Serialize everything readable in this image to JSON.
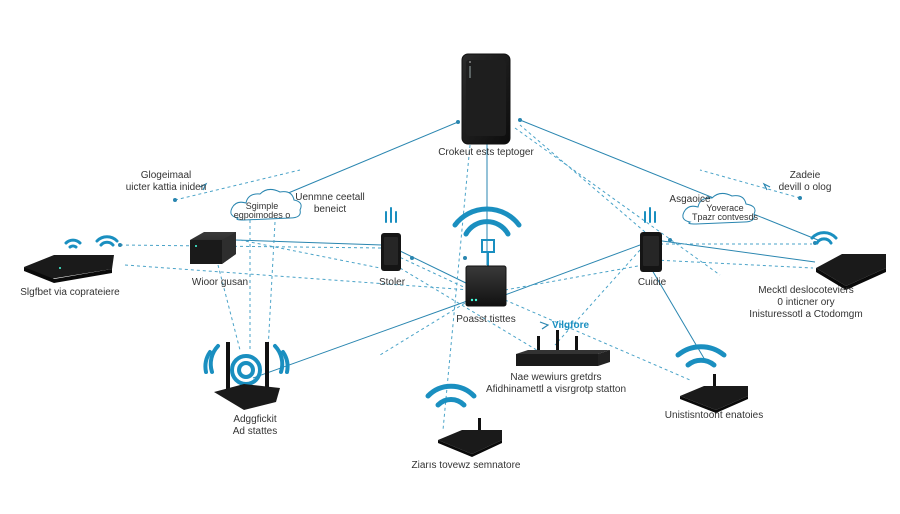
{
  "diagram": {
    "colors": {
      "accent": "#1a8fc0",
      "line_solid": "#2a86b0",
      "line_dashed": "#4aa3c8",
      "device_dark": "#1f1f1f",
      "text": "#333333"
    },
    "nodes": {
      "phone_center": {
        "label": "Crokeut ests teptoger",
        "icon": "smartphone-icon"
      },
      "router_left": {
        "label": "Slgfbet via coprateiere",
        "icon": "router-icon"
      },
      "box_left": {
        "label": "Wioor gusan",
        "icon": "network-box-icon"
      },
      "phone_small_left": {
        "label": "Stoler",
        "icon": "smartphone-icon"
      },
      "hub_center": {
        "label": "Poasst tisttes",
        "icon": "hub-icon"
      },
      "phone_small_right": {
        "label": "Cuidie",
        "icon": "smartphone-icon"
      },
      "router_right": {
        "lines": [
          "Mecktl deslocoteviers",
          "0 inticner ory",
          "Inisturessotl a Ctodomgm"
        ],
        "icon": "router-icon"
      },
      "antenna_router_left": {
        "lines": [
          "Adggfickit",
          "Ad stattes"
        ],
        "icon": "antenna-router-icon"
      },
      "switch_center": {
        "lines": [
          "Nae wewiurs gretdrs",
          "Afidhinamettl a visrgrotp statton"
        ],
        "icon": "switch-icon"
      },
      "router_bottom": {
        "label": "Ziarıs tovewz semnatore",
        "icon": "router-icon"
      },
      "router_bottom_right": {
        "label": "Unistisntoont enatoies",
        "icon": "router-icon"
      }
    },
    "annotations": {
      "top_left": [
        "Glogeimaal",
        "uicter kattia iniden"
      ],
      "top_right": [
        "Zadeie",
        "devill o olog"
      ],
      "cloud_left_text": "Sgimple\negpoimodes o",
      "cloud_left_side": [
        "Uenmne ceetall",
        "beneict"
      ],
      "cloud_right_text": "Yoverace\nTpazr contvesds",
      "cloud_right_side": "Asgaoice",
      "wifi_tag": "Vilgfore"
    }
  }
}
